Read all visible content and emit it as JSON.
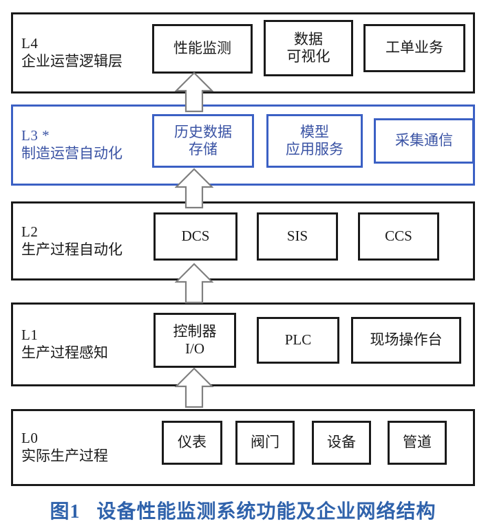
{
  "figure": {
    "caption": "图1   设备性能监测系统功能及企业网络结构",
    "caption_color": "#2f62ab",
    "accent_blue": "#3b60c4",
    "line_color": "#1a1a1a",
    "background": "#ffffff"
  },
  "layers": [
    {
      "code": "L4",
      "name": "企业运营逻辑层",
      "highlighted": false,
      "nodes": [
        {
          "label": "性能监测"
        },
        {
          "label": "数据\n可视化"
        },
        {
          "label": "工单业务"
        }
      ]
    },
    {
      "code": "L3 *",
      "name": "制造运营自动化",
      "highlighted": true,
      "nodes": [
        {
          "label": "历史数据\n存储"
        },
        {
          "label": "模型\n应用服务"
        },
        {
          "label": "采集通信"
        }
      ]
    },
    {
      "code": "L2",
      "name": "生产过程自动化",
      "highlighted": false,
      "nodes": [
        {
          "label": "DCS"
        },
        {
          "label": "SIS"
        },
        {
          "label": "CCS"
        }
      ]
    },
    {
      "code": "L1",
      "name": "生产过程感知",
      "highlighted": false,
      "nodes": [
        {
          "label": "控制器\nI/O"
        },
        {
          "label": "PLC"
        },
        {
          "label": "现场操作台"
        }
      ]
    },
    {
      "code": "L0",
      "name": "实际生产过程",
      "highlighted": false,
      "nodes": [
        {
          "label": "仪表"
        },
        {
          "label": "阀门"
        },
        {
          "label": "设备"
        },
        {
          "label": "管道"
        }
      ]
    }
  ],
  "arrows": [
    {
      "name": "arrow-l3-to-l4",
      "direction": "up",
      "from": "L3",
      "to": "L4"
    },
    {
      "name": "arrow-l2-to-l3",
      "direction": "up",
      "from": "L2",
      "to": "L3"
    },
    {
      "name": "arrow-l1-to-l2",
      "direction": "up",
      "from": "L1",
      "to": "L2"
    },
    {
      "name": "arrow-l0-to-l1",
      "direction": "up",
      "from": "L0",
      "to": "L1"
    }
  ]
}
